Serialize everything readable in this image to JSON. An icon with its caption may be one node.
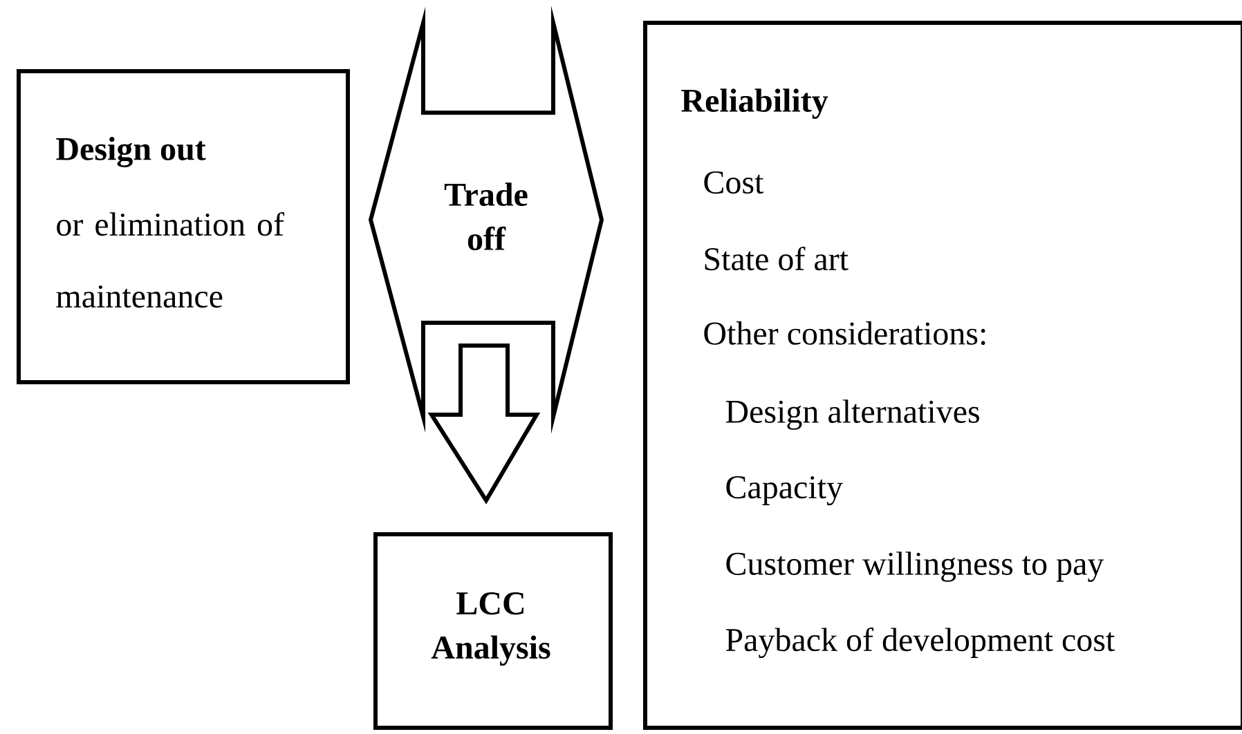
{
  "diagram": {
    "nodes": [
      {
        "text": [
          "Design out",
          "or elimination of maintenance"
        ]
      },
      {
        "text": [
          "LCC Analysis"
        ]
      },
      {
        "text": [
          "Reliability",
          "Cost",
          "State of art",
          "Other considerations:",
          "Design alternatives",
          "Capacity",
          "Customer willingness to pay",
          "Payback of development cost"
        ]
      }
    ],
    "edges": [
      {
        "from": 0,
        "to": 2,
        "arrow": "both",
        "label": "Trade off"
      },
      {
        "from": null,
        "to": 1,
        "arrow": "to"
      }
    ]
  }
}
